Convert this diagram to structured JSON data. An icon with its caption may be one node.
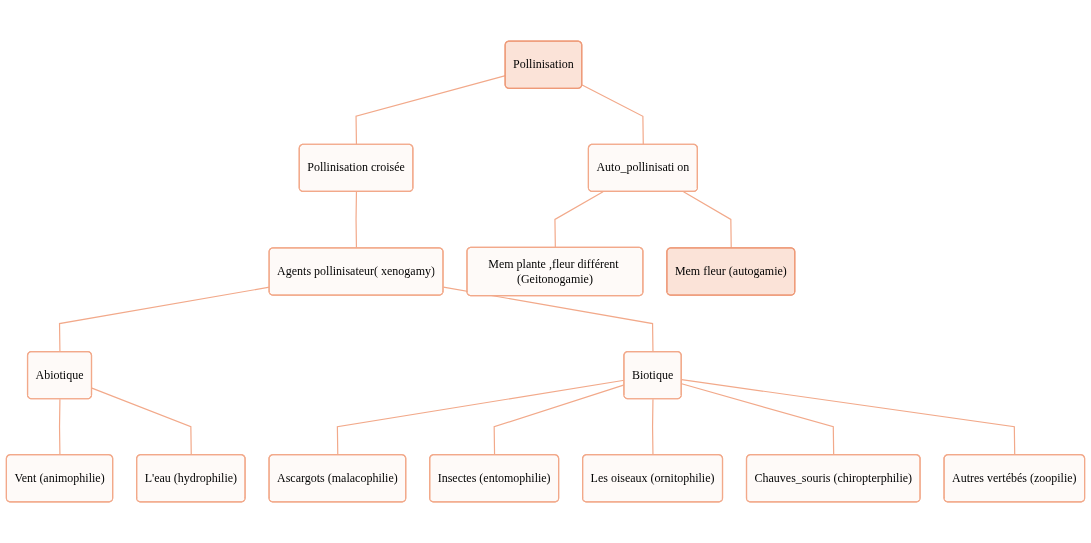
{
  "diagram": {
    "nodes": [
      {
        "text": [
          "Pollinisation"
        ]
      },
      {
        "text": [
          "Pollinisation croisée"
        ]
      },
      {
        "text": [
          "Auto_pollinisati on"
        ]
      },
      {
        "text": [
          "Agents pollinisateur( xenogamy)"
        ]
      },
      {
        "text": [
          "Mem plante ,fleur différent (Geitonogamie)"
        ]
      },
      {
        "text": [
          "Mem fleur (autogamie)"
        ]
      },
      {
        "text": [
          "Abiotique"
        ]
      },
      {
        "text": [
          "Biotique"
        ]
      },
      {
        "text": [
          "Vent (animophilie)"
        ]
      },
      {
        "text": [
          "L'eau (hydrophilie)"
        ]
      },
      {
        "text": [
          "Ascargots (malacophilie)"
        ]
      },
      {
        "text": [
          "Insectes (entomophilie)"
        ]
      },
      {
        "text": [
          "Les oiseaux (ornitophilie)"
        ]
      },
      {
        "text": [
          "Chauves_souris (chiropterphilie)"
        ]
      },
      {
        "text": [
          "Autres vertébés (zoopilie)"
        ]
      }
    ],
    "edges": [
      {
        "from": 0,
        "to": 1,
        "arrow": "none"
      },
      {
        "from": 0,
        "to": 2,
        "arrow": "none"
      },
      {
        "from": 1,
        "to": 3,
        "arrow": "none"
      },
      {
        "from": 2,
        "to": 4,
        "arrow": "none"
      },
      {
        "from": 2,
        "to": 5,
        "arrow": "none"
      },
      {
        "from": 3,
        "to": 6,
        "arrow": "none"
      },
      {
        "from": 3,
        "to": 7,
        "arrow": "none"
      },
      {
        "from": 6,
        "to": 8,
        "arrow": "none"
      },
      {
        "from": 6,
        "to": 9,
        "arrow": "none"
      },
      {
        "from": 7,
        "to": 10,
        "arrow": "none"
      },
      {
        "from": 7,
        "to": 11,
        "arrow": "none"
      },
      {
        "from": 7,
        "to": 12,
        "arrow": "none"
      },
      {
        "from": 7,
        "to": 13,
        "arrow": "none"
      },
      {
        "from": 7,
        "to": 14,
        "arrow": "none"
      }
    ]
  }
}
